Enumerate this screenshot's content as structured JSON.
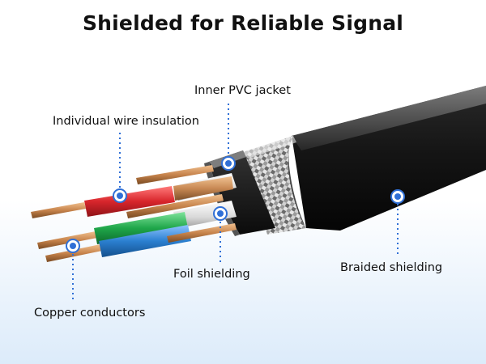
{
  "title": "Shielded for Reliable Signal",
  "labels": {
    "inner_pvc_jacket": "Inner PVC jacket",
    "individual_wire_insulation": "Individual wire insulation",
    "foil_shielding": "Foil shielding",
    "braided_shielding": "Braided shielding",
    "copper_conductors": "Copper conductors"
  },
  "colors": {
    "accent": "#2f6fd6",
    "jacket": "#1a1a1a",
    "copper": "#c98a52",
    "wire_red": "#d8262c",
    "wire_green": "#1fa64a",
    "wire_blue": "#2b7fd0",
    "braid": "#cfcfcf"
  }
}
